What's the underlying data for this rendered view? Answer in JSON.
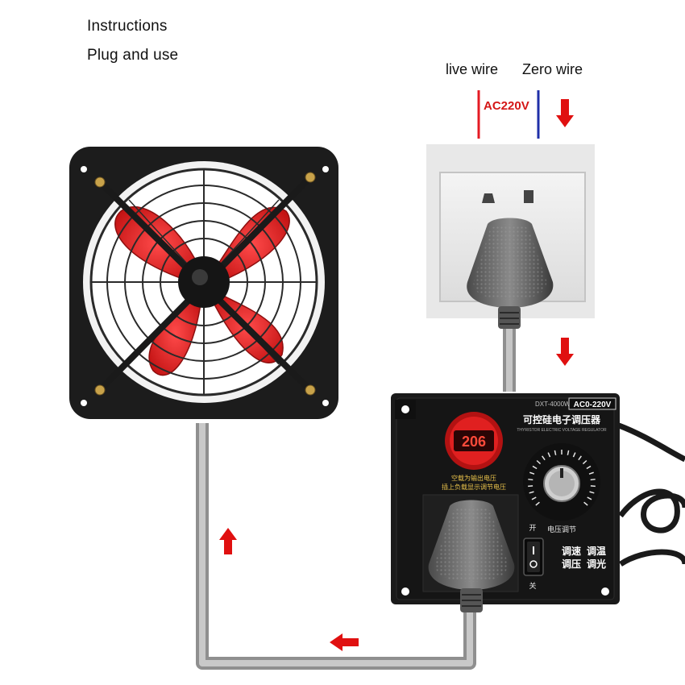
{
  "instructions": {
    "title": "Instructions",
    "subtitle": "Plug and use"
  },
  "wires": {
    "live_label": "live wire",
    "zero_label": "Zero wire",
    "voltage_label": "AC220V",
    "live_color": "#e41b23",
    "zero_color": "#1f2fa8"
  },
  "regulator": {
    "model_label": "DXT-4000W",
    "range_label": "AC0-220V",
    "cn_title": "可控硅电子调压器",
    "en_subtitle": "THYRISTOR ELECTRIC VOLTAGE REGULATOR",
    "display_value": "206",
    "note_line1": "空载为输出电压",
    "note_line2": "插上负载显示调节电压",
    "knob_label": "电压调节",
    "on_label": "开",
    "off_label": "关",
    "fn1": "调速",
    "fn2": "调温",
    "fn3": "调压",
    "fn4": "调光"
  },
  "colors": {
    "arrow": "#e01010",
    "fan_blade": "#d42020",
    "housing": "#1c1c1c",
    "cable": "#9a9a9a"
  },
  "icons": {
    "fan": "exhaust-fan-icon",
    "socket": "wall-socket-icon",
    "plug": "plug-icon",
    "arrow": "arrow-icon"
  }
}
